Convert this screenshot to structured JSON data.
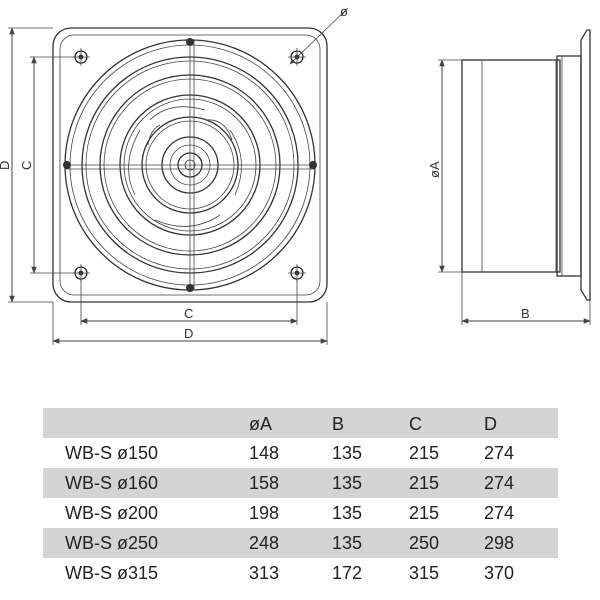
{
  "dimension_labels": {
    "front_width_inner": "C",
    "front_width_outer": "D",
    "front_height_inner": "C",
    "front_height_outer": "D",
    "side_diameter": "øA",
    "side_depth": "B",
    "hole_diameter": "ø"
  },
  "table": {
    "columns": [
      "",
      "øA",
      "B",
      "C",
      "D"
    ],
    "rows": [
      [
        "WB-S ø150",
        "148",
        "135",
        "215",
        "274"
      ],
      [
        "WB-S ø160",
        "158",
        "135",
        "215",
        "274"
      ],
      [
        "WB-S ø200",
        "198",
        "135",
        "215",
        "274"
      ],
      [
        "WB-S ø250",
        "248",
        "135",
        "250",
        "298"
      ],
      [
        "WB-S ø315",
        "313",
        "172",
        "315",
        "370"
      ]
    ]
  },
  "colors": {
    "line": "#333333",
    "header_band": "#d4d4d4",
    "shaded_row": "#d4d4d4"
  }
}
